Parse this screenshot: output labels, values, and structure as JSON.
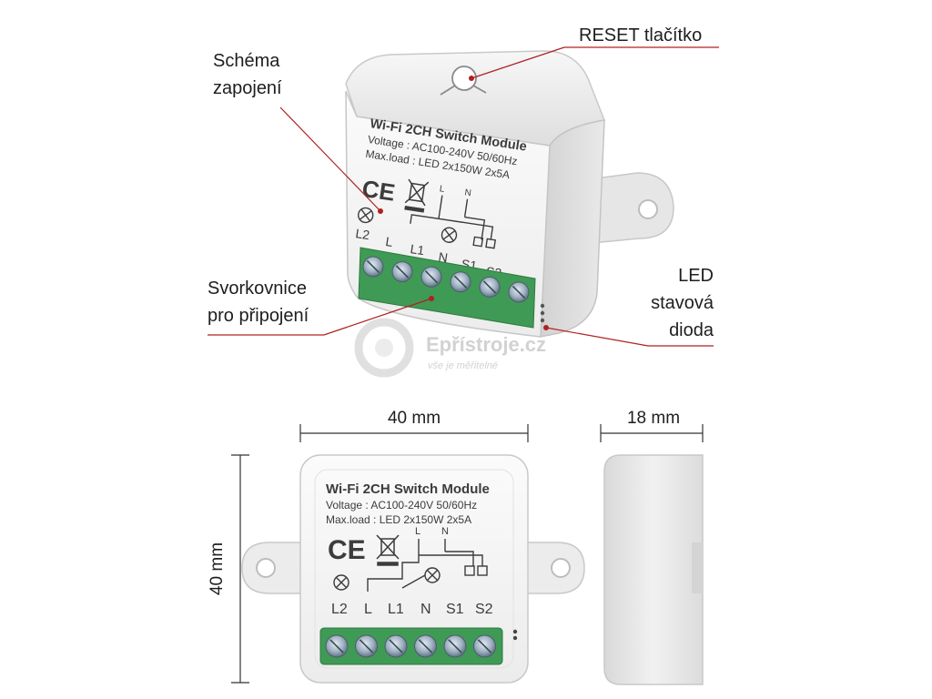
{
  "callouts": {
    "reset": "RESET tlačítko",
    "schema_line1": "Schéma",
    "schema_line2": "zapojení",
    "terminal_line1": "Svorkovnice",
    "terminal_line2": "pro připojení",
    "led_line1": "LED",
    "led_line2": "stavová",
    "led_line3": "dioda"
  },
  "device_label": {
    "title": "Wi-Fi 2CH Switch Module",
    "voltage": "Voltage : AC100-240V 50/60Hz",
    "maxload": "Max.load : LED 2x150W 2x5A",
    "ce_mark": "CE",
    "terminals": [
      "L2",
      "L",
      "L1",
      "N",
      "S1",
      "S2"
    ],
    "diagram_top_L": "L",
    "diagram_top_N": "N"
  },
  "dimensions": {
    "width": "40 mm",
    "height": "40 mm",
    "depth": "18 mm"
  },
  "watermark": {
    "brand": "Epřístroje.cz",
    "tagline": "vše je měřitelné"
  },
  "colors": {
    "terminal_green": "#3f9a55",
    "callout_line": "#b02020",
    "housing": "#ececec"
  }
}
